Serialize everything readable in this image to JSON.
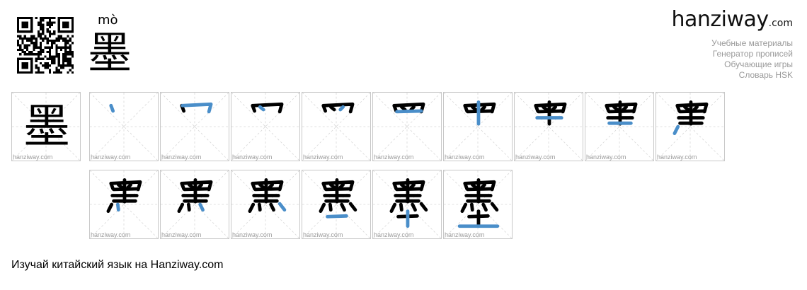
{
  "header": {
    "pinyin": "mò",
    "character": "墨"
  },
  "brand": {
    "name": "hanziway",
    "tld": ".com"
  },
  "links": [
    "Учебные материалы",
    "Генератор прописей",
    "Обучающие игры",
    "Словарь HSK"
  ],
  "grid": {
    "character": "墨",
    "watermark": "hanziway.com",
    "total_strokes": 15
  },
  "footer": {
    "text": "Изучай китайский язык на Hanziway.com"
  },
  "colors": {
    "highlight": "#4a8ec9",
    "ink": "#000000"
  }
}
